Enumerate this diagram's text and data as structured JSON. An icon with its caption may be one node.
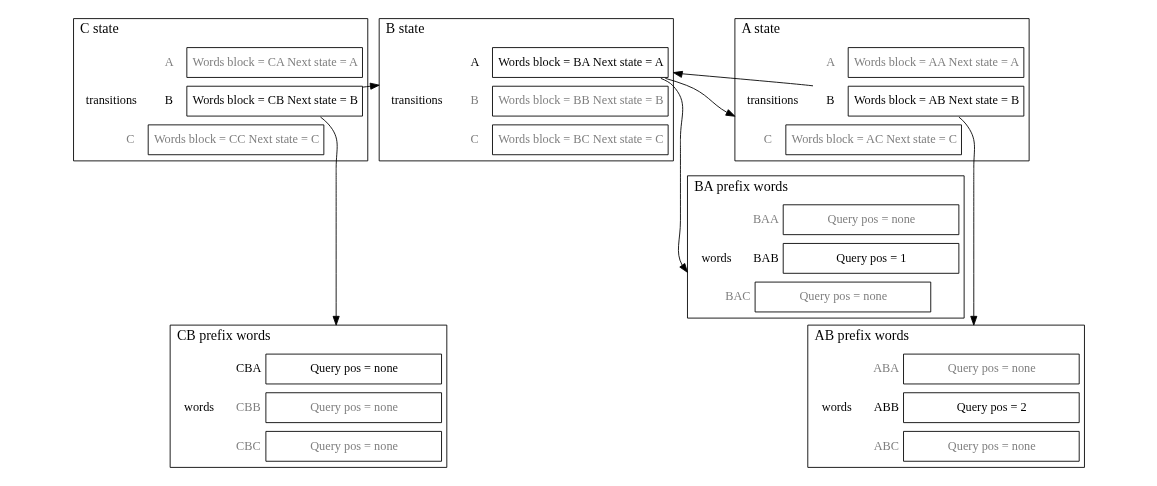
{
  "diagram": {
    "nodes": [
      {
        "text": [
          "C state"
        ],
        "beside": [
          "transitions"
        ]
      },
      {
        "text": [
          "Words block = CA Next state = A"
        ],
        "in": 0,
        "beside": [
          "A"
        ]
      },
      {
        "text": [
          "Words block = CB Next state = B"
        ],
        "in": 0,
        "beside": [
          "B"
        ]
      },
      {
        "text": [
          "Words block = CC Next state = C"
        ],
        "in": 0,
        "beside": [
          "C"
        ]
      },
      {
        "text": [
          "B state"
        ],
        "beside": [
          "transitions"
        ]
      },
      {
        "text": [
          "Words block = BA Next state = A"
        ],
        "in": 4,
        "beside": [
          "A"
        ]
      },
      {
        "text": [
          "Words block = BB Next state = B"
        ],
        "in": 4,
        "beside": [
          "B"
        ]
      },
      {
        "text": [
          "Words block = BC Next state = C"
        ],
        "in": 4,
        "beside": [
          "C"
        ]
      },
      {
        "text": [
          "A state"
        ],
        "beside": [
          "transitions"
        ]
      },
      {
        "text": [
          "Words block = AA Next state = A"
        ],
        "in": 8,
        "beside": [
          "A"
        ]
      },
      {
        "text": [
          "Words block = AB Next state = B"
        ],
        "in": 8,
        "beside": [
          "B"
        ]
      },
      {
        "text": [
          "Words block = AC Next state = C"
        ],
        "in": 8,
        "beside": [
          "C"
        ]
      },
      {
        "text": [
          "CB prefix words"
        ],
        "beside": [
          "words"
        ]
      },
      {
        "text": [
          "Query pos = none"
        ],
        "in": 12,
        "beside": [
          "CBA"
        ]
      },
      {
        "text": [
          "Query pos = none"
        ],
        "in": 12,
        "beside": [
          "CBB"
        ]
      },
      {
        "text": [
          "Query pos = none"
        ],
        "in": 12,
        "beside": [
          "CBC"
        ]
      },
      {
        "text": [
          "BA prefix words"
        ],
        "beside": [
          "words"
        ]
      },
      {
        "text": [
          "Query pos = none"
        ],
        "in": 16,
        "beside": [
          "BAA"
        ]
      },
      {
        "text": [
          "Query pos = 1"
        ],
        "in": 16,
        "beside": [
          "BAB"
        ]
      },
      {
        "text": [
          "Query pos = none"
        ],
        "in": 16,
        "beside": [
          "BAC"
        ]
      },
      {
        "text": [
          "AB prefix words"
        ],
        "beside": [
          "words"
        ]
      },
      {
        "text": [
          "Query pos = none"
        ],
        "in": 20,
        "beside": [
          "ABA"
        ]
      },
      {
        "text": [
          "Query pos = 2"
        ],
        "in": 20,
        "beside": [
          "ABB"
        ]
      },
      {
        "text": [
          "Query pos = none"
        ],
        "in": 20,
        "beside": [
          "ABC"
        ]
      }
    ],
    "edges": [
      {
        "from": 2,
        "to": 4,
        "arrow": "to"
      },
      {
        "from": 2,
        "to": 12,
        "arrow": "to"
      },
      {
        "from": 5,
        "to": 8,
        "arrow": "to"
      },
      {
        "from": 5,
        "to": 16,
        "arrow": "to"
      },
      {
        "from": 10,
        "to": 4,
        "arrow": "to"
      },
      {
        "from": 10,
        "to": 20,
        "arrow": "to"
      }
    ]
  }
}
